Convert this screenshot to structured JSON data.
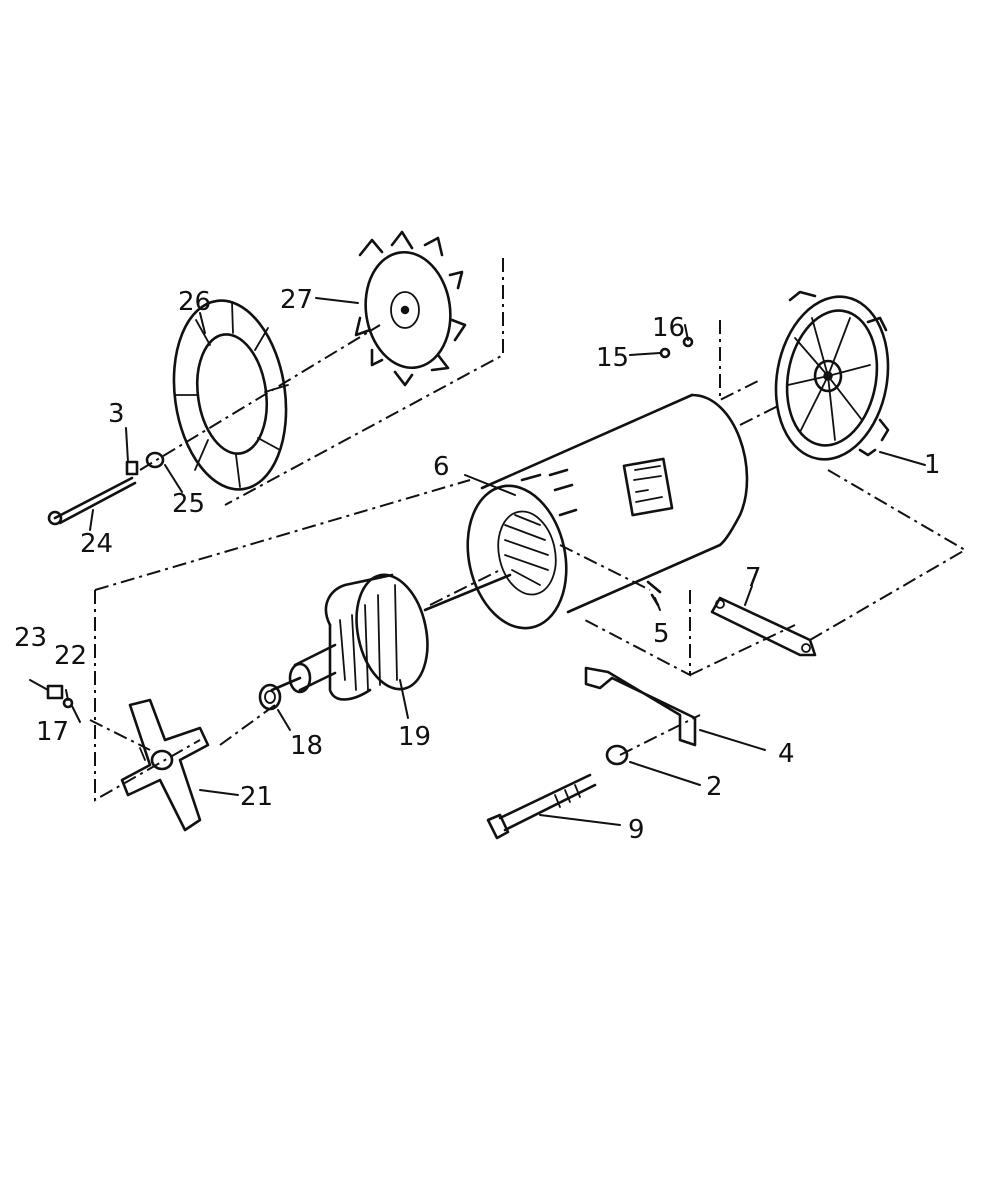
{
  "diagram": {
    "callouts": [
      {
        "id": "c1",
        "label": "1"
      },
      {
        "id": "c2",
        "label": "2"
      },
      {
        "id": "c3",
        "label": "3"
      },
      {
        "id": "c4",
        "label": "4"
      },
      {
        "id": "c5",
        "label": "5"
      },
      {
        "id": "c6",
        "label": "6"
      },
      {
        "id": "c7",
        "label": "7"
      },
      {
        "id": "c9",
        "label": "9"
      },
      {
        "id": "c15",
        "label": "15"
      },
      {
        "id": "c16",
        "label": "16"
      },
      {
        "id": "c17",
        "label": "17"
      },
      {
        "id": "c18",
        "label": "18"
      },
      {
        "id": "c19",
        "label": "19"
      },
      {
        "id": "c21",
        "label": "21"
      },
      {
        "id": "c22",
        "label": "22"
      },
      {
        "id": "c23",
        "label": "23"
      },
      {
        "id": "c24",
        "label": "24"
      },
      {
        "id": "c25",
        "label": "25"
      },
      {
        "id": "c26",
        "label": "26"
      },
      {
        "id": "c27",
        "label": "27"
      }
    ]
  }
}
